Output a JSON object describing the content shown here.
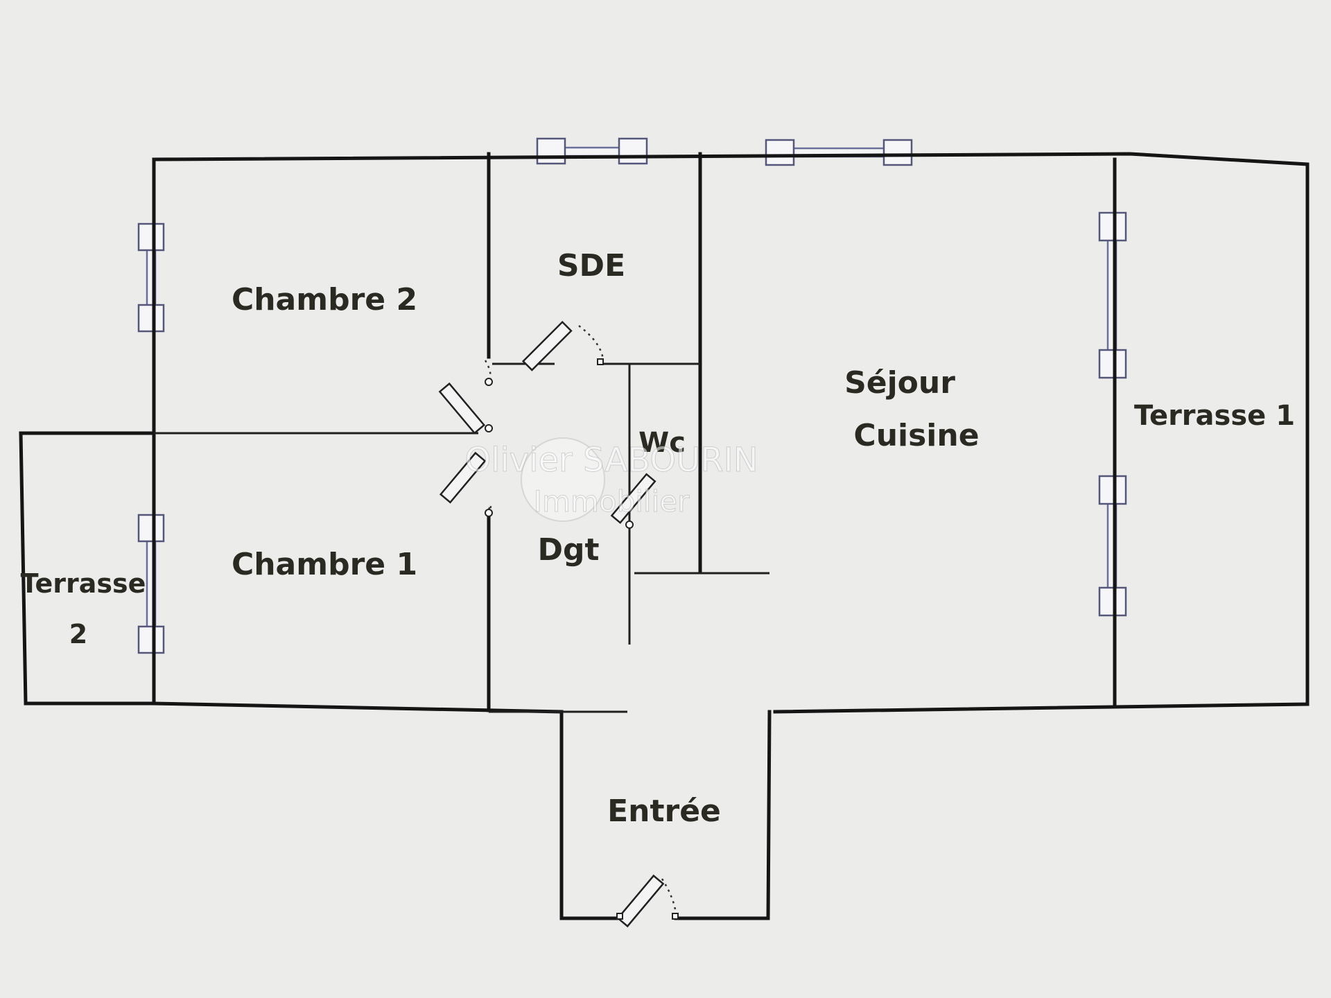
{
  "rooms": {
    "chambre2": "Chambre 2",
    "sde": "SDE",
    "sejour_line1": "Séjour",
    "sejour_line2": "Cuisine",
    "terrasse1": "Terrasse 1",
    "wc": "Wc",
    "chambre1": "Chambre 1",
    "dgt": "Dgt",
    "terrasse2_line1": "Terrasse",
    "terrasse2_line2": "2",
    "entree": "Entrée"
  },
  "watermark": {
    "line1": "Olivier SABOURIN",
    "line2": "Immobilier"
  }
}
